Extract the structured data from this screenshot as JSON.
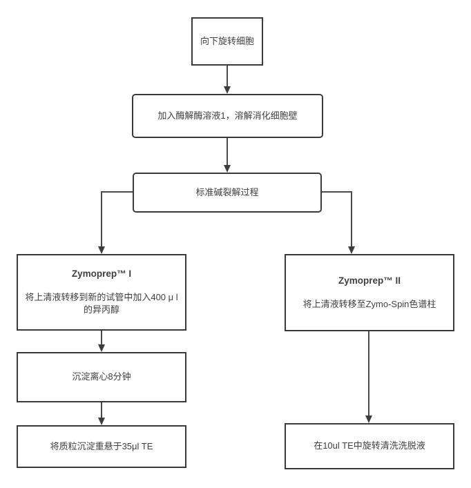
{
  "diagram": {
    "type": "flowchart",
    "background_color": "#ffffff",
    "border_color": "#3a3a3a",
    "connector_color": "#4a4a4a",
    "text_color": "#3f3f3f",
    "nodes": {
      "spin_down": {
        "label": "向下旋转细胞"
      },
      "add_zymolyase": {
        "label": "加入酶解酶溶液1，溶解消化细胞壁"
      },
      "alkaline_lysis": {
        "label": "标准碱裂解过程"
      },
      "zymoprep1": {
        "title": "Zymoprep™ I",
        "label": "将上清液转移到新的试管中加入400 μ l\n的异丙醇"
      },
      "pellet_spin": {
        "label": "沉淀离心8分钟"
      },
      "resuspend": {
        "label": "将质粒沉淀重悬于35μl TE"
      },
      "zymoprep2": {
        "title": "Zymoprep™ II",
        "label": "将上清液转移至Zymo-Spin色谱柱"
      },
      "elute": {
        "label": "在10ul TE中旋转清洗洗脱液"
      }
    }
  }
}
